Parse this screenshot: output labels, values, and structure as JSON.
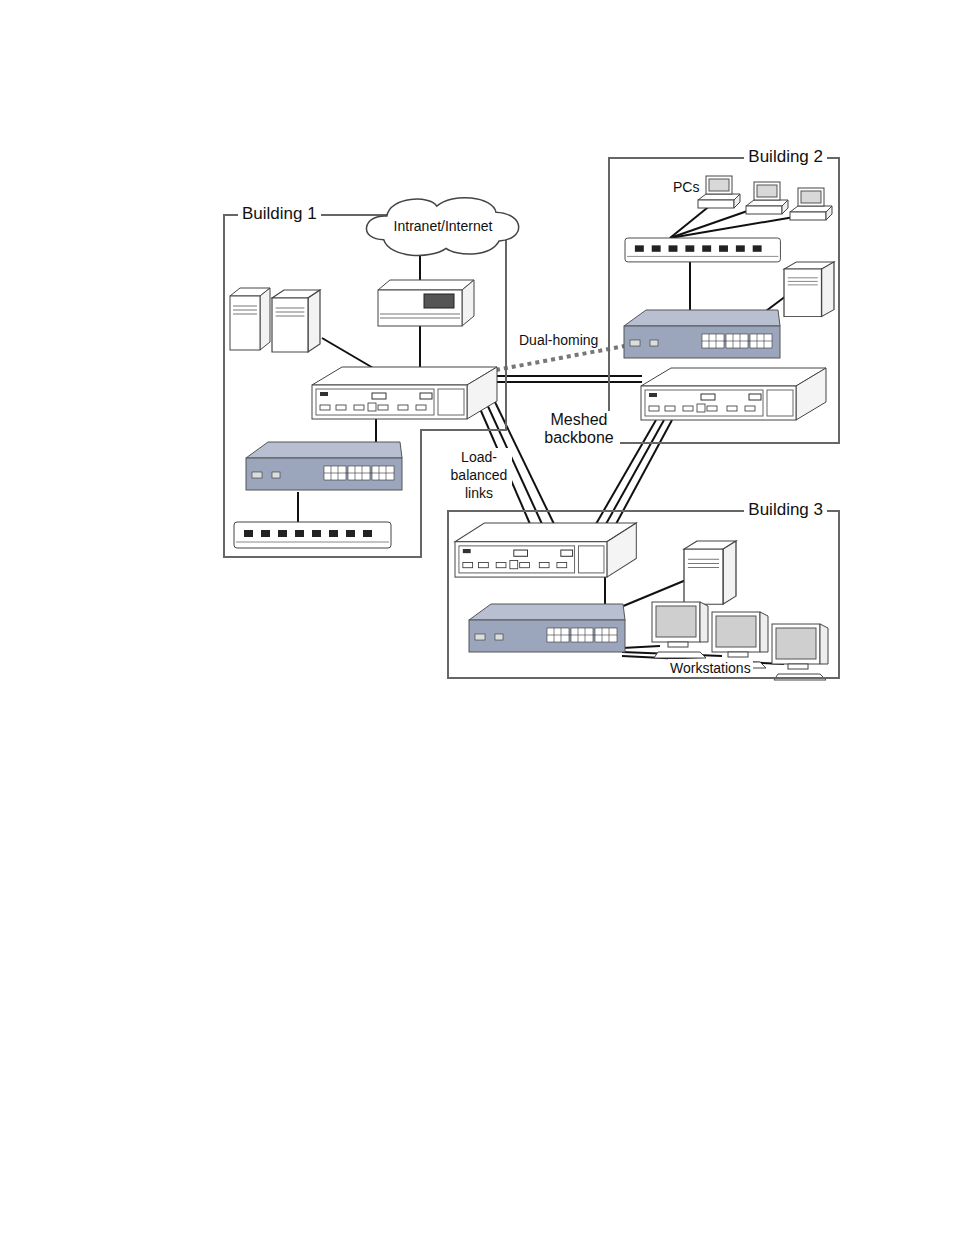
{
  "diagram": {
    "nodes": [
      {
        "text": [
          "Building 1"
        ]
      },
      {
        "text": [
          "Intranet/Internet"
        ]
      },
      {
        "text": [
          "Building 2"
        ]
      },
      {
        "text": [
          "Building 3"
        ]
      }
    ],
    "labels": [
      "PCs",
      "Dual-homing",
      "Meshed backbone",
      "Load-balanced links",
      "Workstations"
    ]
  }
}
